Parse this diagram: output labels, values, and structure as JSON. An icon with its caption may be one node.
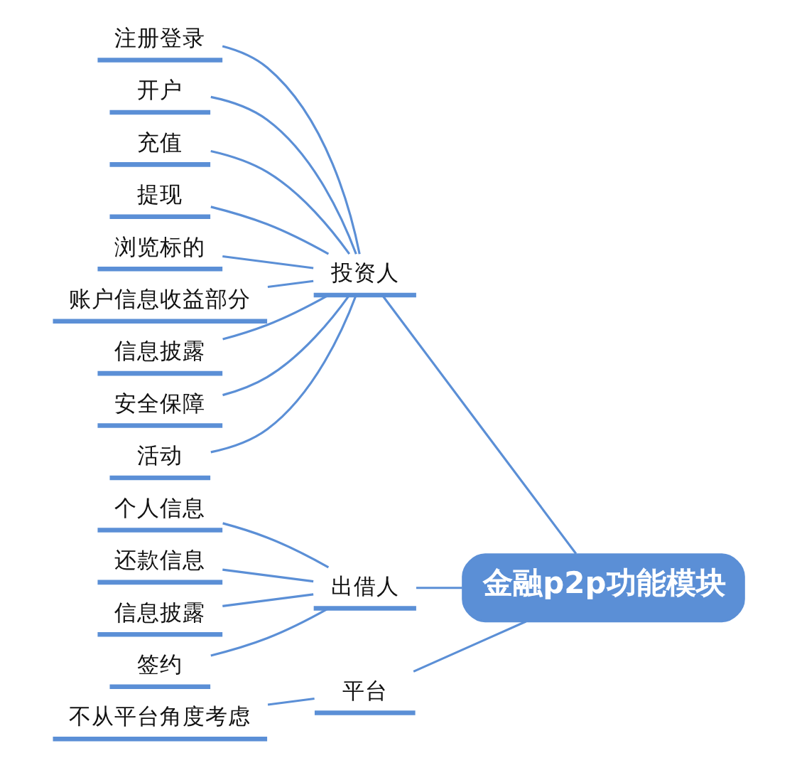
{
  "diagram": {
    "nodes": [
      {
        "text": [
          "金融p2p功能模块"
        ]
      },
      {
        "text": [
          "投资人"
        ]
      },
      {
        "text": [
          "注册登录"
        ]
      },
      {
        "text": [
          "开户"
        ]
      },
      {
        "text": [
          "充值"
        ]
      },
      {
        "text": [
          "提现"
        ]
      },
      {
        "text": [
          "浏览标的"
        ]
      },
      {
        "text": [
          "账户信息收益部分"
        ]
      },
      {
        "text": [
          "信息披露"
        ]
      },
      {
        "text": [
          "安全保障"
        ]
      },
      {
        "text": [
          "活动"
        ]
      },
      {
        "text": [
          "出借人"
        ]
      },
      {
        "text": [
          "个人信息"
        ]
      },
      {
        "text": [
          "还款信息"
        ]
      },
      {
        "text": [
          "信息披露"
        ]
      },
      {
        "text": [
          "签约"
        ]
      },
      {
        "text": [
          "平台"
        ]
      },
      {
        "text": [
          "不从平台角度考虑"
        ]
      }
    ],
    "edges": [
      {
        "from": 0,
        "to": 1,
        "arrow": "none"
      },
      {
        "from": 1,
        "to": 2,
        "arrow": "none"
      },
      {
        "from": 1,
        "to": 3,
        "arrow": "none"
      },
      {
        "from": 1,
        "to": 4,
        "arrow": "none"
      },
      {
        "from": 1,
        "to": 5,
        "arrow": "none"
      },
      {
        "from": 1,
        "to": 6,
        "arrow": "none"
      },
      {
        "from": 1,
        "to": 7,
        "arrow": "none"
      },
      {
        "from": 1,
        "to": 8,
        "arrow": "none"
      },
      {
        "from": 1,
        "to": 9,
        "arrow": "none"
      },
      {
        "from": 1,
        "to": 10,
        "arrow": "none"
      },
      {
        "from": 0,
        "to": 11,
        "arrow": "none"
      },
      {
        "from": 11,
        "to": 12,
        "arrow": "none"
      },
      {
        "from": 11,
        "to": 13,
        "arrow": "none"
      },
      {
        "from": 11,
        "to": 14,
        "arrow": "none"
      },
      {
        "from": 11,
        "to": 15,
        "arrow": "none"
      },
      {
        "from": 0,
        "to": 16,
        "arrow": "none"
      },
      {
        "from": 16,
        "to": 17,
        "arrow": "none"
      }
    ]
  }
}
